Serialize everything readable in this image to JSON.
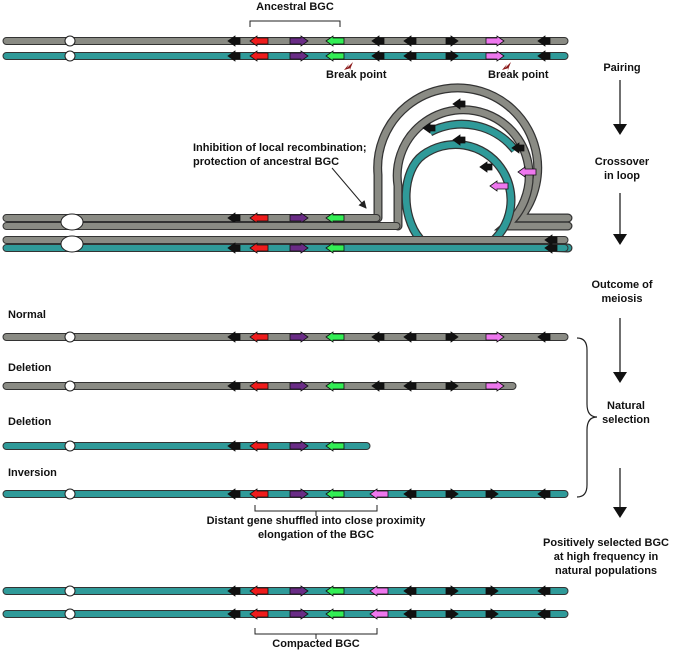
{
  "colors": {
    "gray_chromosome": "#8a8b84",
    "teal_chromosome": "#2f9a99",
    "outline": "#333333",
    "gene_black": "#111111",
    "gene_red": "#ee1c1c",
    "gene_purple": "#6a2c86",
    "gene_green": "#33ee55",
    "gene_pink": "#ee77ee",
    "break_point": "#8b1a1a"
  },
  "labels": {
    "ancestral_bgc": "Ancestral BGC",
    "break_point_1": "Break point",
    "break_point_2": "Break point",
    "inhibition_line1": "Inhibition of local recombination;",
    "inhibition_line2": "protection of ancestral BGC",
    "normal": "Normal",
    "deletion_1": "Deletion",
    "deletion_2": "Deletion",
    "inversion": "Inversion",
    "shuffle_line1": "Distant gene shuffled into close proximity",
    "shuffle_line2": "elongation of the BGC",
    "compacted_bgc": "Compacted BGC"
  },
  "steps": {
    "pairing": "Pairing",
    "crossover_line1": "Crossover",
    "crossover_line2": "in loop",
    "outcome_line1": "Outcome of",
    "outcome_line2": "meiosis",
    "selection_line1": "Natural",
    "selection_line2": "selection",
    "positive_line1": "Positively selected BGC",
    "positive_line2": "at high frequency in",
    "positive_line3": "natural populations"
  },
  "icons": {
    "centromere": "centromere-ellipse-icon",
    "gene": "gene-arrow-icon",
    "break_point": "lightning-bolt-icon",
    "step_arrow": "down-arrow-icon",
    "bracket": "curly-brace-icon"
  }
}
